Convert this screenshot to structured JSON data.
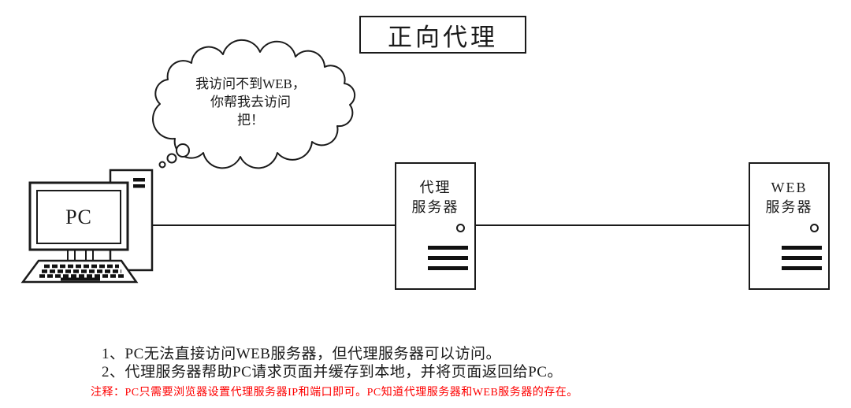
{
  "title": "正向代理",
  "thought_bubble": {
    "line1": "我访问不到WEB，",
    "line2": "你帮我去访问",
    "line3": "把！"
  },
  "pc": {
    "label": "PC"
  },
  "proxy_server": {
    "label_line1": "代理",
    "label_line2": "服务器"
  },
  "web_server": {
    "label_line1": "WEB",
    "label_line2": "服务器"
  },
  "notes": {
    "item1": "1、PC无法直接访问WEB服务器，但代理服务器可以访问。",
    "item2": "2、代理服务器帮助PC请求页面并缓存到本地，并将页面返回给PC。",
    "annotation": "注释：PC只需要浏览器设置代理服务器IP和端口即可。PC知道代理服务器和WEB服务器的存在。"
  },
  "colors": {
    "ink": "#1a1a1a",
    "annotation_red": "#fe0000",
    "background": "#ffffff"
  }
}
